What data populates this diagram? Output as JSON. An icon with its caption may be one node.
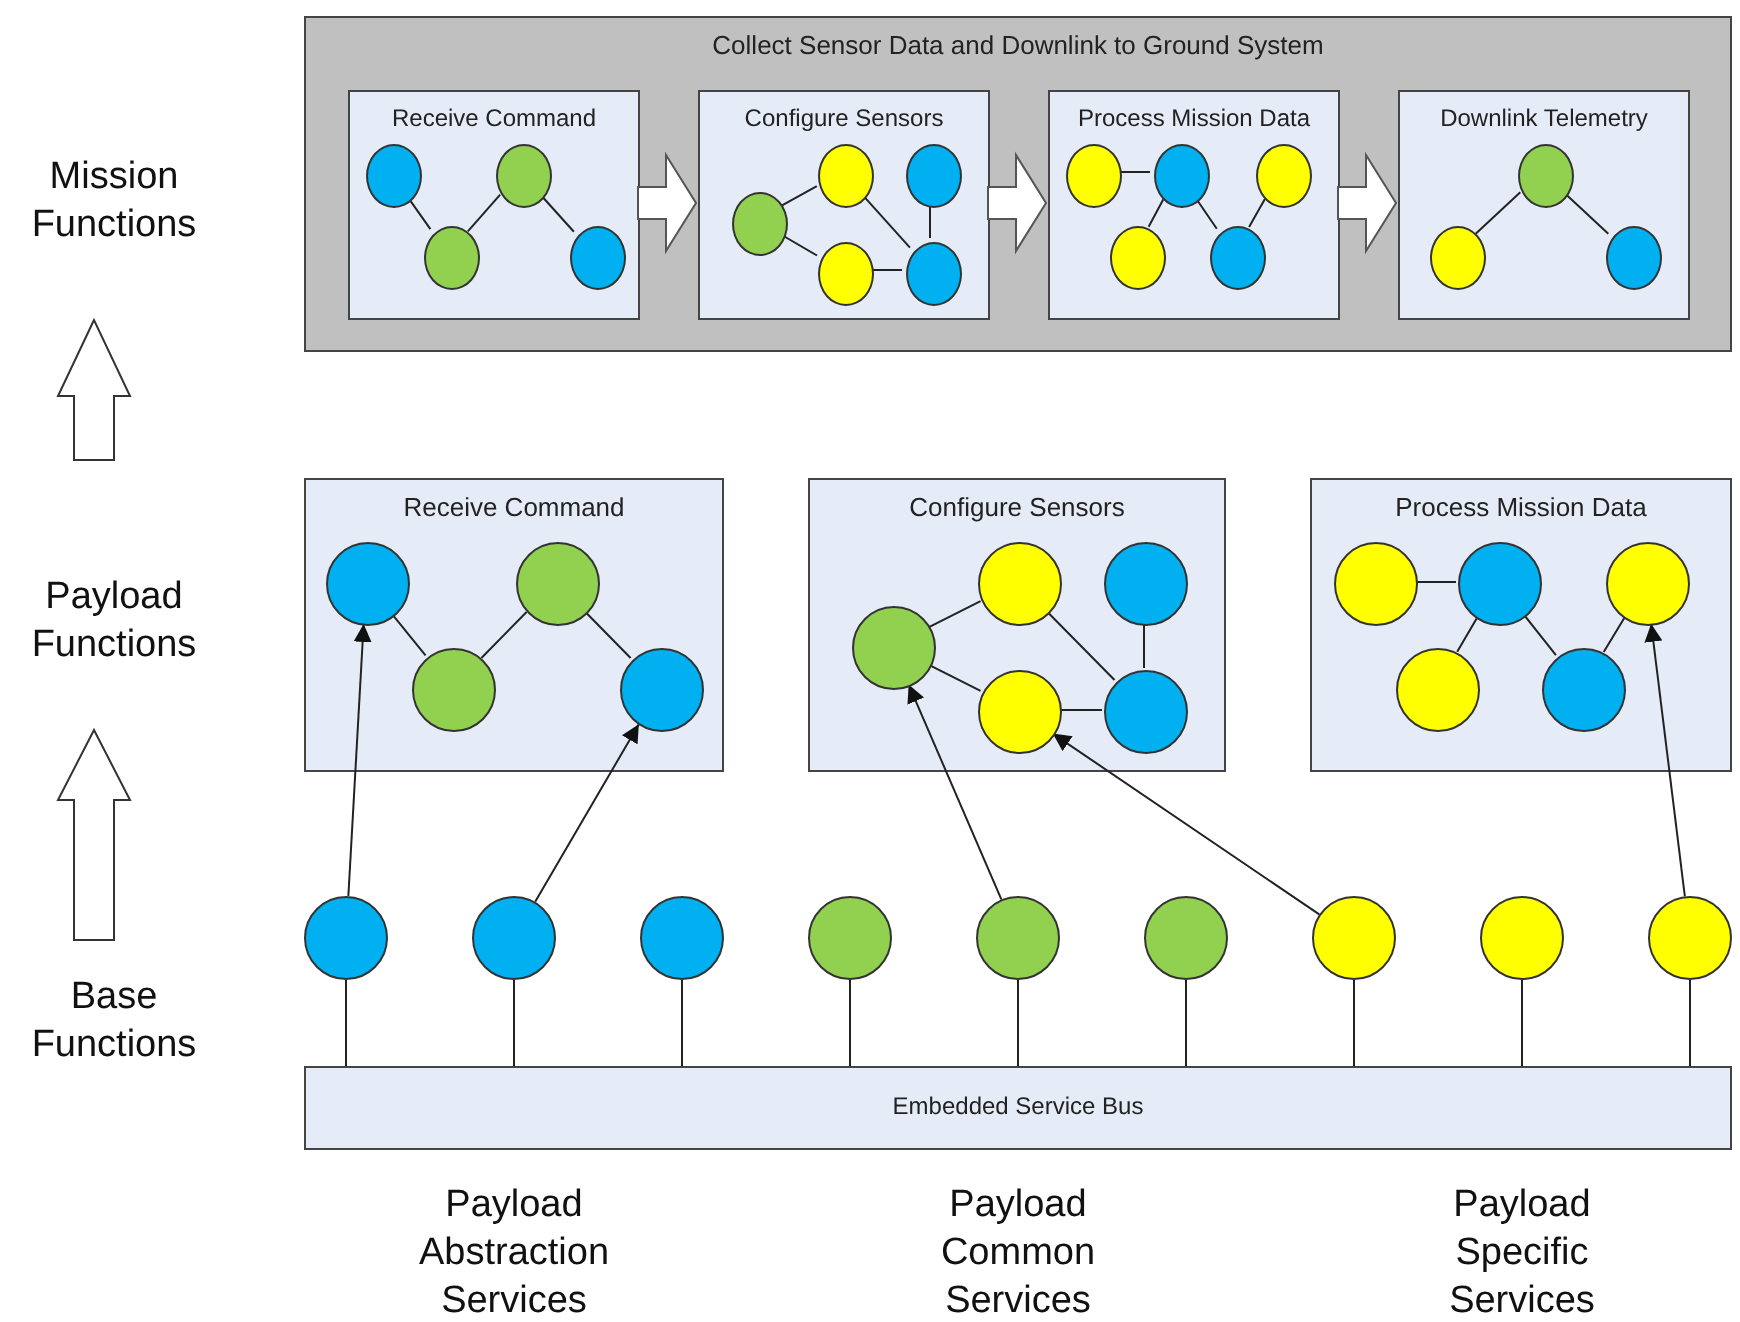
{
  "diagram": {
    "nodes": [
      {
        "text": [
          "Collect Sensor Data and Downlink to Ground System"
        ]
      },
      {
        "text": [
          "Receive Command"
        ],
        "in": 0
      },
      {
        "text": [],
        "shape": "circle",
        "in": 1
      },
      {
        "text": [],
        "shape": "circle",
        "in": 1
      },
      {
        "text": [],
        "shape": "circle",
        "in": 1
      },
      {
        "text": [],
        "shape": "circle",
        "in": 1
      },
      {
        "text": [
          "Configure Sensors"
        ],
        "in": 0
      },
      {
        "text": [],
        "shape": "circle",
        "in": 6
      },
      {
        "text": [],
        "shape": "circle",
        "in": 6
      },
      {
        "text": [],
        "shape": "circle",
        "in": 6
      },
      {
        "text": [],
        "shape": "circle",
        "in": 6
      },
      {
        "text": [],
        "shape": "circle",
        "in": 6
      },
      {
        "text": [
          "Process Mission Data"
        ],
        "in": 0
      },
      {
        "text": [],
        "shape": "circle",
        "in": 12
      },
      {
        "text": [],
        "shape": "circle",
        "in": 12
      },
      {
        "text": [],
        "shape": "circle",
        "in": 12
      },
      {
        "text": [],
        "shape": "circle",
        "in": 12
      },
      {
        "text": [],
        "shape": "circle",
        "in": 12
      },
      {
        "text": [
          "Downlink Telemetry"
        ],
        "in": 0
      },
      {
        "text": [],
        "shape": "circle",
        "in": 18
      },
      {
        "text": [],
        "shape": "circle",
        "in": 18
      },
      {
        "text": [],
        "shape": "circle",
        "in": 18
      },
      {
        "text": [
          "Receive Command"
        ]
      },
      {
        "text": [],
        "shape": "circle",
        "in": 22
      },
      {
        "text": [],
        "shape": "circle",
        "in": 22
      },
      {
        "text": [],
        "shape": "circle",
        "in": 22
      },
      {
        "text": [],
        "shape": "circle",
        "in": 22
      },
      {
        "text": [
          "Configure Sensors"
        ]
      },
      {
        "text": [],
        "shape": "circle",
        "in": 27
      },
      {
        "text": [],
        "shape": "circle",
        "in": 27
      },
      {
        "text": [],
        "shape": "circle",
        "in": 27
      },
      {
        "text": [],
        "shape": "circle",
        "in": 27
      },
      {
        "text": [],
        "shape": "circle",
        "in": 27
      },
      {
        "text": [
          "Process Mission Data"
        ]
      },
      {
        "text": [],
        "shape": "circle",
        "in": 33
      },
      {
        "text": [],
        "shape": "circle",
        "in": 33
      },
      {
        "text": [],
        "shape": "circle",
        "in": 33
      },
      {
        "text": [],
        "shape": "circle",
        "in": 33
      },
      {
        "text": [],
        "shape": "circle",
        "in": 33
      },
      {
        "text": [],
        "shape": "circle"
      },
      {
        "text": [],
        "shape": "circle"
      },
      {
        "text": [],
        "shape": "circle"
      },
      {
        "text": [],
        "shape": "circle"
      },
      {
        "text": [],
        "shape": "circle"
      },
      {
        "text": [],
        "shape": "circle"
      },
      {
        "text": [],
        "shape": "circle"
      },
      {
        "text": [],
        "shape": "circle"
      },
      {
        "text": [],
        "shape": "circle"
      },
      {
        "text": [
          "Embedded Service Bus"
        ]
      }
    ],
    "edges": [
      {
        "from": 2,
        "to": 3,
        "arrow": "none"
      },
      {
        "from": 3,
        "to": 4,
        "arrow": "none"
      },
      {
        "from": 4,
        "to": 5,
        "arrow": "none"
      },
      {
        "from": 7,
        "to": 8,
        "arrow": "none"
      },
      {
        "from": 7,
        "to": 9,
        "arrow": "none"
      },
      {
        "from": 8,
        "to": 11,
        "arrow": "none"
      },
      {
        "from": 10,
        "to": 11,
        "arrow": "none"
      },
      {
        "from": 9,
        "to": 11,
        "arrow": "none"
      },
      {
        "from": 13,
        "to": 15,
        "arrow": "none"
      },
      {
        "from": 15,
        "to": 14,
        "arrow": "none"
      },
      {
        "from": 15,
        "to": 16,
        "arrow": "none"
      },
      {
        "from": 16,
        "to": 17,
        "arrow": "none"
      },
      {
        "from": 20,
        "to": 19,
        "arrow": "none"
      },
      {
        "from": 20,
        "to": 21,
        "arrow": "none"
      },
      {
        "from": 1,
        "to": 6,
        "arrow": "to",
        "style": "thick"
      },
      {
        "from": 6,
        "to": 12,
        "arrow": "to",
        "style": "thick"
      },
      {
        "from": 12,
        "to": 18,
        "arrow": "to",
        "style": "thick"
      },
      {
        "from": 23,
        "to": 24,
        "arrow": "none"
      },
      {
        "from": 24,
        "to": 25,
        "arrow": "none"
      },
      {
        "from": 25,
        "to": 26,
        "arrow": "none"
      },
      {
        "from": 28,
        "to": 29,
        "arrow": "none"
      },
      {
        "from": 28,
        "to": 30,
        "arrow": "none"
      },
      {
        "from": 29,
        "to": 32,
        "arrow": "none"
      },
      {
        "from": 31,
        "to": 32,
        "arrow": "none"
      },
      {
        "from": 30,
        "to": 32,
        "arrow": "none"
      },
      {
        "from": 34,
        "to": 36,
        "arrow": "none"
      },
      {
        "from": 36,
        "to": 35,
        "arrow": "none"
      },
      {
        "from": 36,
        "to": 37,
        "arrow": "none"
      },
      {
        "from": 37,
        "to": 38,
        "arrow": "none"
      },
      {
        "from": 39,
        "to": 23,
        "arrow": "to"
      },
      {
        "from": 40,
        "to": 26,
        "arrow": "to"
      },
      {
        "from": 43,
        "to": 28,
        "arrow": "to"
      },
      {
        "from": 45,
        "to": 30,
        "arrow": "to"
      },
      {
        "from": 47,
        "to": 38,
        "arrow": "to"
      },
      {
        "from": 39,
        "to": 48,
        "arrow": "none"
      },
      {
        "from": 40,
        "to": 48,
        "arrow": "none"
      },
      {
        "from": 41,
        "to": 48,
        "arrow": "none"
      },
      {
        "from": 42,
        "to": 48,
        "arrow": "none"
      },
      {
        "from": 43,
        "to": 48,
        "arrow": "none"
      },
      {
        "from": 44,
        "to": 48,
        "arrow": "none"
      },
      {
        "from": 45,
        "to": 48,
        "arrow": "none"
      },
      {
        "from": 46,
        "to": 48,
        "arrow": "none"
      },
      {
        "from": 47,
        "to": 48,
        "arrow": "none"
      }
    ],
    "labels": [
      "Mission Functions",
      "Payload Functions",
      "Base Functions",
      "Payload Abstraction Services",
      "Payload Common Services",
      "Payload Specific Services"
    ]
  }
}
